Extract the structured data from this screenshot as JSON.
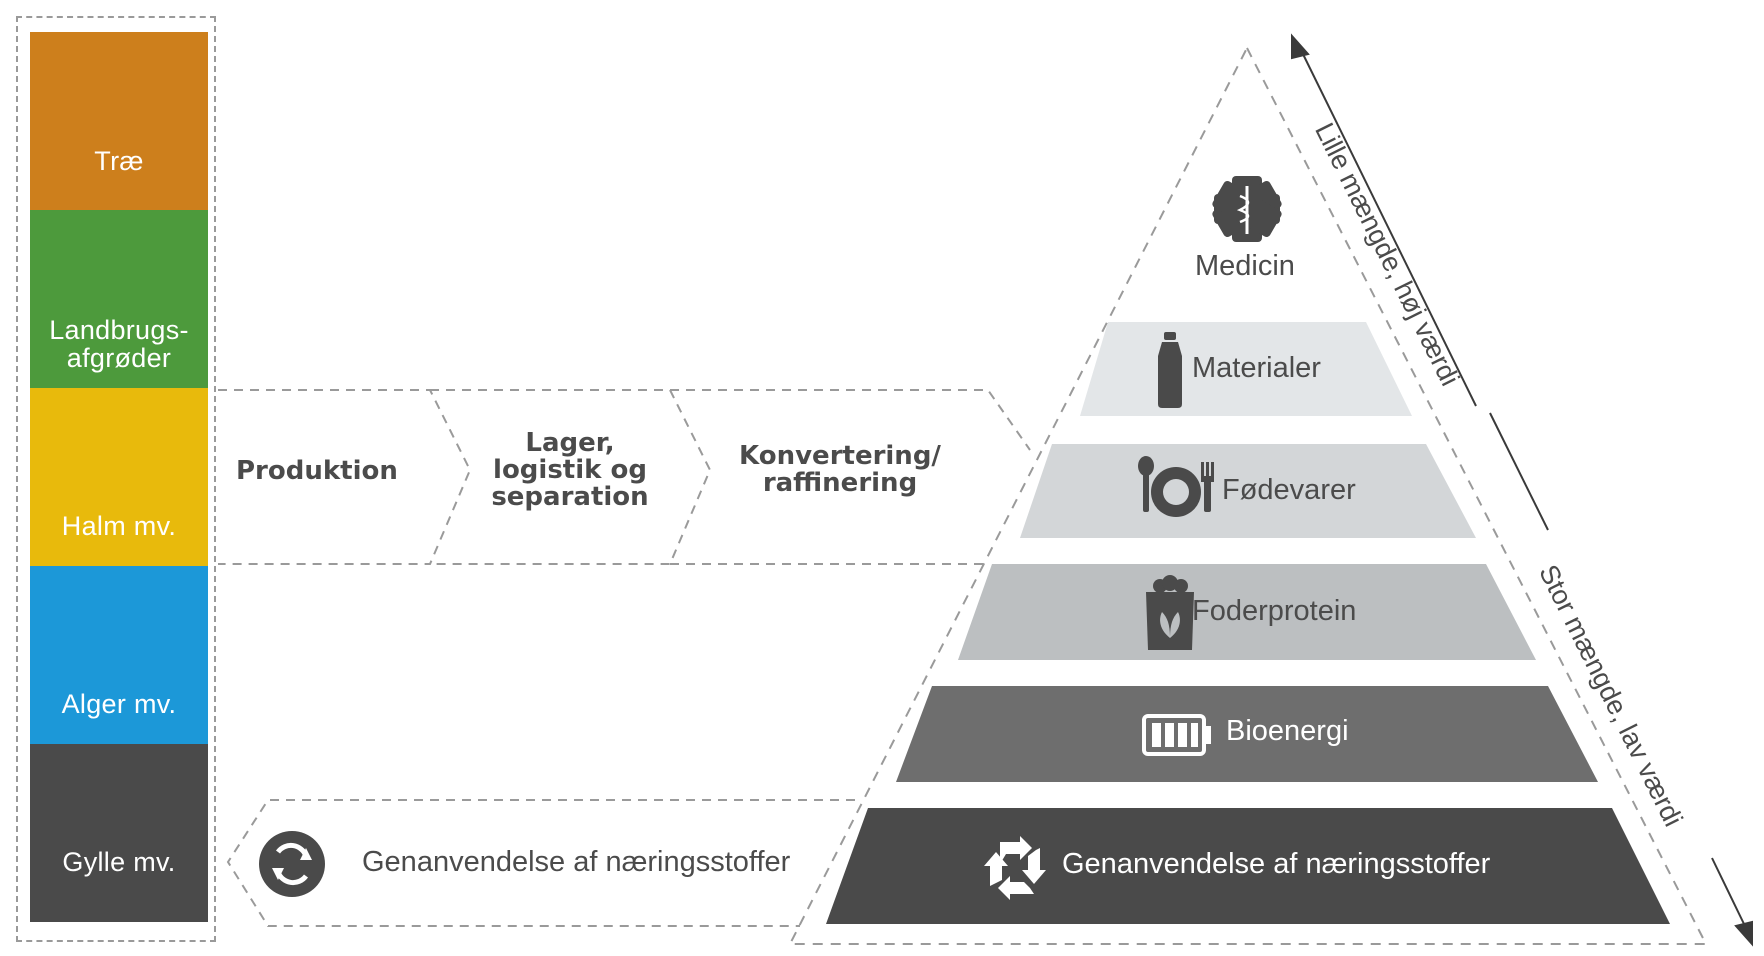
{
  "sources": [
    {
      "label": "Træ",
      "icon": "tree-icon",
      "color": "#cd7f1c"
    },
    {
      "label": "Landbrugs-\nafgrøder",
      "icon": "clover-icon",
      "color": "#4d9a3c"
    },
    {
      "label": "Halm mv.",
      "icon": "wheat-icon",
      "color": "#e8ba0c"
    },
    {
      "label": "Alger mv.",
      "icon": "algae-icon",
      "color": "#1c98d8"
    },
    {
      "label": "Gylle mv.",
      "icon": "manure-icon",
      "color": "#4a4a4a"
    }
  ],
  "process": {
    "step1": "Produktion",
    "step2": "Lager,\nlogistik og\nseparation",
    "step3": "Konvertering/\nraffinering"
  },
  "pyramid": {
    "top": {
      "label": "Medicin",
      "icon": "medical-icon"
    },
    "tiers": [
      {
        "label": "Materialer",
        "icon": "bottle-icon",
        "color": "#e3e6e8"
      },
      {
        "label": "Fødevarer",
        "icon": "plate-cutlery-icon",
        "color": "#d3d6d8"
      },
      {
        "label": "Foderprotein",
        "icon": "feed-bag-icon",
        "color": "#bcbfc1"
      },
      {
        "label": "Bioenergi",
        "icon": "battery-icon",
        "color": "#6e6e6e"
      },
      {
        "label": "Genanvendelse af næringsstoffer",
        "icon": "recycle-arrows-icon",
        "color": "#4a4a4a"
      }
    ]
  },
  "recycle_feed": {
    "label": "Genanvendelse af næringsstoffer",
    "icon": "circular-arrows-icon"
  },
  "axis": {
    "top_label": "Lille mængde, høj værdi",
    "bottom_label": "Stor mængde, lav værdi"
  }
}
